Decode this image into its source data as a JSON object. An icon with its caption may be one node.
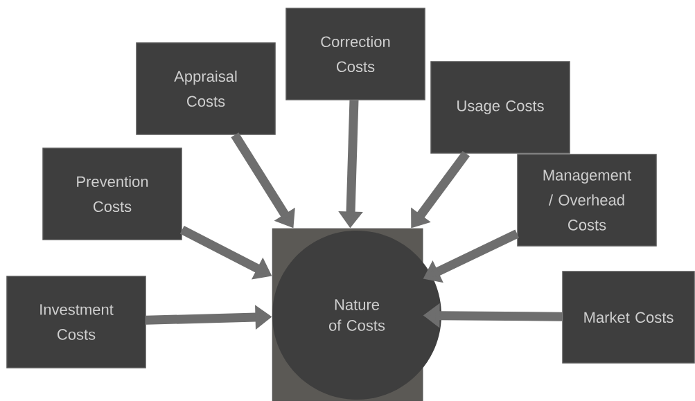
{
  "diagram": {
    "nodes": [
      {
        "text": [],
        "shape": "box"
      },
      {
        "text": [
          "Nature of Costs"
        ],
        "in": 0
      },
      {
        "text": [
          "Correction Costs"
        ]
      },
      {
        "text": [
          "Appraisal Costs"
        ]
      },
      {
        "text": [
          "Usage Costs"
        ]
      },
      {
        "text": [
          "Prevention Costs"
        ]
      },
      {
        "text": [
          "Management / Overhead Costs"
        ]
      },
      {
        "text": [
          "Market Costs"
        ]
      },
      {
        "text": [
          "Investment Costs"
        ]
      }
    ],
    "edges": [
      {
        "from": 8,
        "to": 0,
        "arrow": "to"
      },
      {
        "from": 5,
        "to": 0,
        "arrow": "to"
      },
      {
        "from": 3,
        "to": 0,
        "arrow": "to"
      },
      {
        "from": 2,
        "to": 0,
        "arrow": "to"
      },
      {
        "from": 4,
        "to": 0,
        "arrow": "to"
      },
      {
        "from": 6,
        "to": 0,
        "arrow": "to"
      },
      {
        "from": 7,
        "to": 0,
        "arrow": "to"
      }
    ]
  }
}
